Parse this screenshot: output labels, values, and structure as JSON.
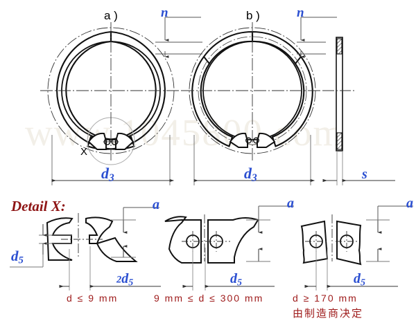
{
  "figure": {
    "type": "engineering-drawing",
    "subject": "Retaining ring (circlip) dimensional drawing",
    "watermark": "www.1045800.com"
  },
  "views": {
    "view_a": {
      "caption": "a )",
      "labels": {
        "gap_thickness": "n",
        "outer_diameter": "d",
        "outer_diameter_sub": "3",
        "detail_callout": "X"
      }
    },
    "view_b": {
      "caption": "b )",
      "labels": {
        "gap_thickness": "n",
        "outer_diameter": "d",
        "outer_diameter_sub": "3"
      }
    },
    "view_side": {
      "labels": {
        "thickness": "s"
      }
    }
  },
  "detail": {
    "title": "Detail X:",
    "cases": [
      {
        "id": "case-1",
        "height_label": "a",
        "hole_label_prefix": "2",
        "hole_label": "d",
        "hole_label_sub": "5",
        "vertical_label": "d",
        "vertical_label_sub": "5",
        "range_parts": [
          "d",
          "≤",
          "9",
          "mm"
        ],
        "range_text": "d ≤ 9 mm"
      },
      {
        "id": "case-2",
        "height_label": "a",
        "hole_label": "d",
        "hole_label_sub": "5",
        "range_parts": [
          "9",
          "mm",
          "≤",
          "d",
          "≤",
          "300",
          "mm"
        ],
        "range_text": "9 mm ≤ d ≤ 300 mm"
      },
      {
        "id": "case-3",
        "height_label": "a",
        "hole_label": "d",
        "hole_label_sub": "5",
        "range_parts": [
          "d",
          "≥",
          "170",
          "mm"
        ],
        "range_text": "d ≥ 170 mm",
        "note_cn": "由制造商决定"
      }
    ]
  },
  "colors": {
    "dimension_label": "#2b4fd1",
    "annotation_red": "#9e1a1a",
    "detail_title": "#8e1414",
    "line": "#1a1a1a",
    "thin_line": "#555555",
    "background": "#ffffff"
  }
}
